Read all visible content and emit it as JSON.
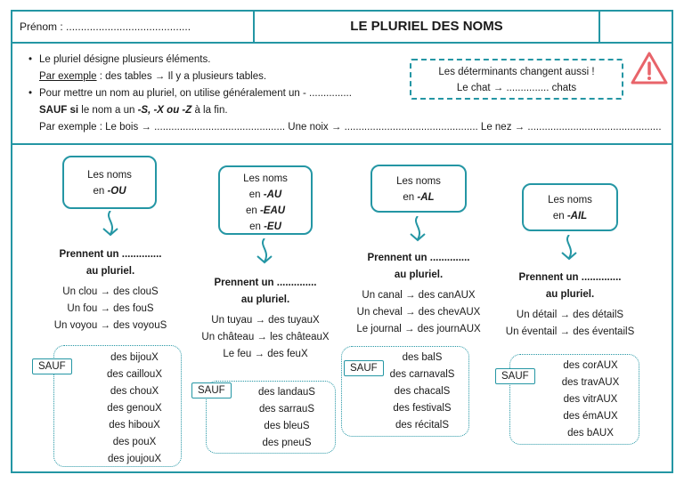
{
  "header": {
    "name_label": "Prénom : ..........................................",
    "title": "LE PLURIEL DES NOMS"
  },
  "rules": {
    "line1": "Le pluriel désigne plusieurs éléments.",
    "example_label": "Par exemple",
    "line2_rest": " : des tables → Il y a plusieurs tables.",
    "line3": "Pour mettre un nom au pluriel, on utilise généralement un - ...............",
    "line4_sauf": "SAUF si",
    "line4_mid": " le nom a un ",
    "line4_letters": "-S, -X ou -Z",
    "line4_end": " à la fin.",
    "line5": "Par exemple : Le bois → .............................................. Une noix → ............................................... Le nez → ...............................................",
    "warning_line1": "Les déterminants changent aussi !",
    "warning_line2": "Le chat → ............... chats"
  },
  "columns": [
    {
      "box_line1": "Les noms",
      "box_prefix": "en ",
      "box_suffix": "-OU",
      "rule_line1": "Prennent un ..............",
      "rule_line2": "au pluriel.",
      "examples": [
        "Un clou → des clouS",
        "Un fou → des fouS",
        "Un voyou → des voyouS"
      ],
      "sauf_label": "SAUF",
      "exceptions": [
        "des bijouX",
        "des caillouX",
        "des chouX",
        "des genouX",
        "des hibouX",
        "des pouX",
        "des joujouX"
      ]
    },
    {
      "box_line1": "Les noms",
      "box_lines": [
        "-AU",
        "-EAU",
        "-EU"
      ],
      "box_prefix": "en ",
      "rule_line1": "Prennent un ..............",
      "rule_line2": "au pluriel.",
      "examples": [
        "Un tuyau → des tuyauX",
        "Un château → les châteauX",
        "Le feu → des feuX"
      ],
      "sauf_label": "SAUF",
      "exceptions": [
        "des landauS",
        "des sarrauS",
        "des bleuS",
        "des pneuS"
      ]
    },
    {
      "box_line1": "Les noms",
      "box_prefix": "en ",
      "box_suffix": "-AL",
      "rule_line1": "Prennent un ..............",
      "rule_line2": "au pluriel.",
      "examples": [
        "Un canal → des canAUX",
        "Un cheval → des chevAUX",
        "Le journal → des journAUX"
      ],
      "sauf_label": "SAUF",
      "exceptions": [
        "des balS",
        "des carnavalS",
        "des chacalS",
        "des festivalS",
        "des récitalS"
      ]
    },
    {
      "box_line1": "Les noms",
      "box_prefix": "en ",
      "box_suffix": "-AIL",
      "rule_line1": "Prennent un ..............",
      "rule_line2": "au pluriel.",
      "examples": [
        "Un détail → des détailS",
        "Un éventail → des éventailS"
      ],
      "sauf_label": "SAUF",
      "exceptions": [
        "des corAUX",
        "des travAUX",
        "des vitrAUX",
        "des émAUX",
        "des bAUX"
      ]
    }
  ],
  "colors": {
    "accent": "#2496a4",
    "warning": "#e8646a"
  },
  "icons": {
    "warning": "warning-triangle-icon",
    "arrow": "curly-down-arrow-icon"
  }
}
